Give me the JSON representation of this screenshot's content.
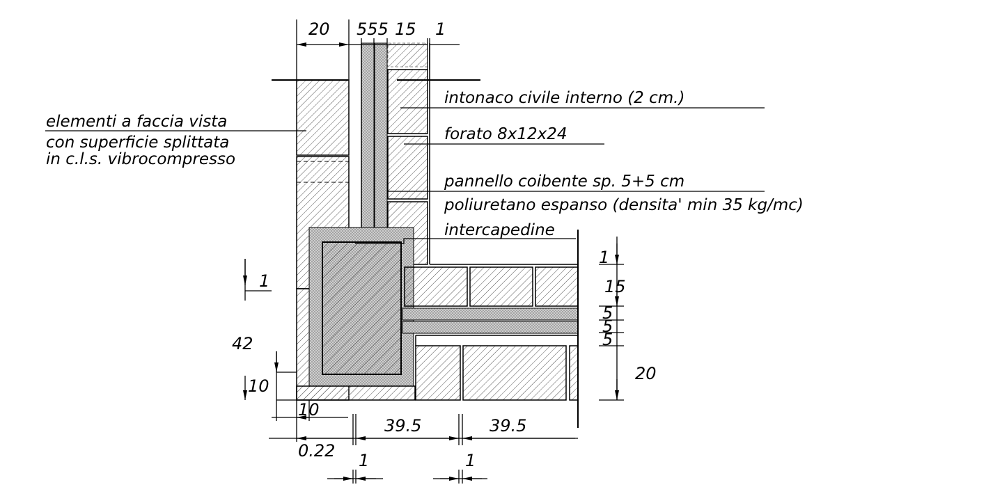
{
  "drawing": {
    "labels": {
      "facing_line1": "elementi a faccia vista",
      "facing_line2": "con superficie splittata",
      "facing_line3": "in c.l.s. vibrocompresso",
      "plaster": "intonaco civile interno (2 cm.)",
      "brick": "forato 8x12x24",
      "panel_line1": "pannello coibente sp. 5+5 cm",
      "panel_line2": "poliuretano espanso (densita' min 35 kg/mc)",
      "cavity": "intercapedine"
    },
    "dimensions": {
      "top_20": "20",
      "top_555": "555",
      "top_15": "15",
      "top_1": "1",
      "right_1": "1",
      "right_15": "15",
      "right_5a": "5",
      "right_5b": "5",
      "right_5c": "5",
      "right_20": "20",
      "left_1": "1",
      "left_42": "42",
      "left_10": "10",
      "bottom_10": "10",
      "bottom_022": "0.22",
      "bottom_395a": "39.5",
      "bottom_395b": "39.5",
      "bottom_1a": "1",
      "bottom_1b": "1"
    }
  }
}
